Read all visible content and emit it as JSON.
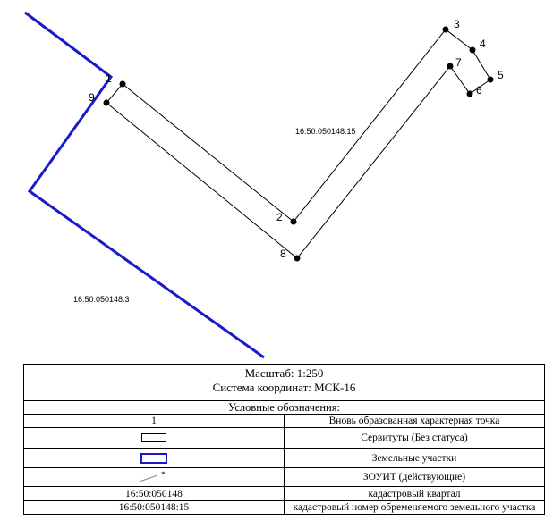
{
  "map": {
    "points": [
      {
        "id": "1",
        "label": "1"
      },
      {
        "id": "2",
        "label": "2"
      },
      {
        "id": "3",
        "label": "3"
      },
      {
        "id": "4",
        "label": "4"
      },
      {
        "id": "5",
        "label": "5"
      },
      {
        "id": "6",
        "label": "6"
      },
      {
        "id": "7",
        "label": "7"
      },
      {
        "id": "8",
        "label": "8"
      },
      {
        "id": "9",
        "label": "9"
      }
    ],
    "servitude_parcel_label": "16:50:050148:15",
    "neighbor_parcel_label": "16:50:050148:3",
    "colors": {
      "parcel_boundary": "#1a1acc",
      "servitude_line": "#000000"
    }
  },
  "legend": {
    "scale": "Масштаб: 1:250",
    "coordinate_system": "Система координат: МСК-16",
    "title": "Условные обозначения:",
    "rows": [
      {
        "symbol_text": "1",
        "description": "Вновь образованная характерная точка"
      },
      {
        "symbol_text": "",
        "description": "Сервитуты (Без статуса)"
      },
      {
        "symbol_text": "",
        "description": "Земельные участки"
      },
      {
        "symbol_text": "*",
        "description": "ЗОУИТ (действующие)"
      },
      {
        "symbol_text": "16:50:050148",
        "description": "кадастровый квартал"
      },
      {
        "symbol_text": "16:50:050148:15",
        "description": "кадастровый номер обременяемого земельного участка"
      }
    ]
  }
}
